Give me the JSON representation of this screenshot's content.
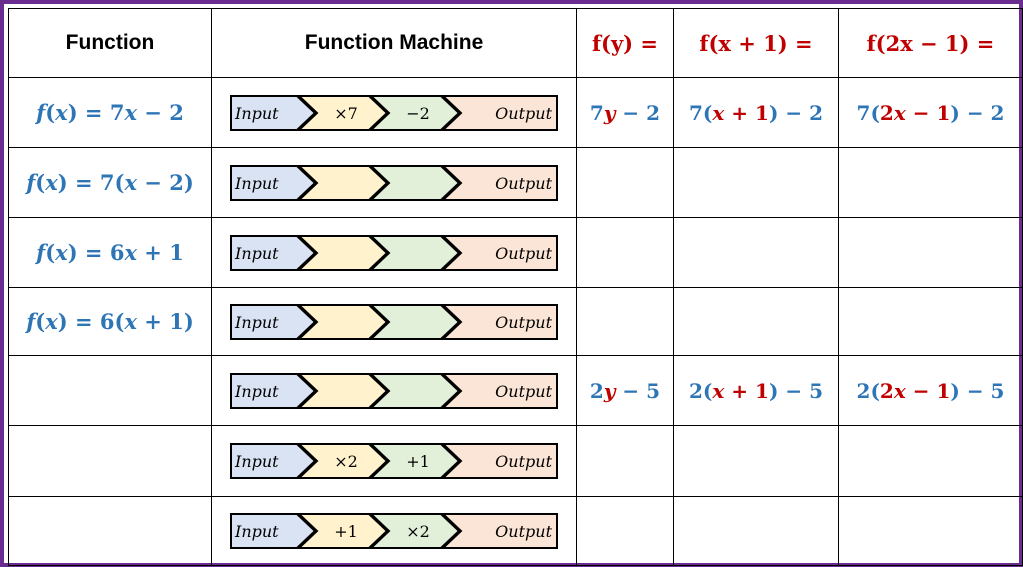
{
  "headers": {
    "function": "Function",
    "machine": "Function Machine",
    "fy": "f(y) =",
    "fx1": "f(x + 1) =",
    "f2x1": "f(2x − 1) ="
  },
  "machine_labels": {
    "input": "Input",
    "output": "Output"
  },
  "rows": [
    {
      "function": "f(x) = 7x − 2",
      "op1": "×7",
      "op2": "−2",
      "fy": "7y − 2",
      "fx1": "7(x + 1) − 2",
      "f2x1": "7(2x − 1) − 2"
    },
    {
      "function": "f(x) = 7(x − 2)",
      "op1": "",
      "op2": "",
      "fy": "",
      "fx1": "",
      "f2x1": ""
    },
    {
      "function": "f(x) = 6x + 1",
      "op1": "",
      "op2": "",
      "fy": "",
      "fx1": "",
      "f2x1": ""
    },
    {
      "function": "f(x) = 6(x + 1)",
      "op1": "",
      "op2": "",
      "fy": "",
      "fx1": "",
      "f2x1": ""
    },
    {
      "function": "",
      "op1": "",
      "op2": "",
      "fy": "2y − 5",
      "fx1": "2(x + 1) − 5",
      "f2x1": "2(2x − 1) − 5"
    },
    {
      "function": "",
      "op1": "×2",
      "op2": "+1",
      "fy": "",
      "fx1": "",
      "f2x1": ""
    },
    {
      "function": "",
      "op1": "+1",
      "op2": "×2",
      "fy": "",
      "fx1": "",
      "f2x1": ""
    }
  ],
  "colors": {
    "frame": "#6a2c8f",
    "function_text": "#2e75b6",
    "header_math": "#c00000",
    "substituted_variable": "#c00000",
    "input_fill": "#dae3f3",
    "op1_fill": "#fff2cc",
    "op2_fill": "#e2f0d9",
    "output_fill": "#fbe5d6"
  }
}
